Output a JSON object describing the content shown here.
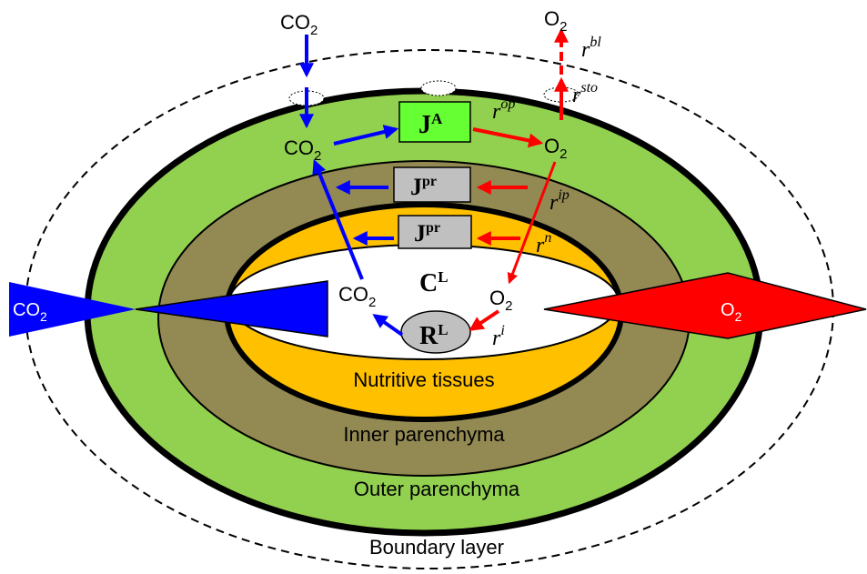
{
  "labels": {
    "co2": "CO",
    "o2": "O",
    "sub2": "2",
    "ja_main": "J",
    "ja_sup": "A",
    "jpr_main": "J",
    "jpr_sup": "pr",
    "cl_main": "C",
    "cl_sup": "L",
    "rl_main": "R",
    "rl_sup": "L",
    "r": "r",
    "r_bl_sup": "bl",
    "r_sto_sup": "sto",
    "r_op_sup": "op",
    "r_ip_sup": "ip",
    "r_n_sup": "n",
    "r_i_sup": "i"
  },
  "regions": {
    "nutritive": "Nutritive tissues",
    "inner": "Inner parenchyma",
    "outer": "Outer parenchyma",
    "boundary": "Boundary layer"
  },
  "colors": {
    "boundary_line": "#000000",
    "outer_fill": "#92d050",
    "inner_fill": "#938953",
    "nutritive_fill": "#ffc000",
    "core_fill": "#ffffff",
    "ja_fill": "#66ff33",
    "jpr_fill": "#c0c0c0",
    "rl_fill": "#c0c0c0",
    "co2_arrow": "#0000ff",
    "o2_arrow": "#ff0000"
  }
}
